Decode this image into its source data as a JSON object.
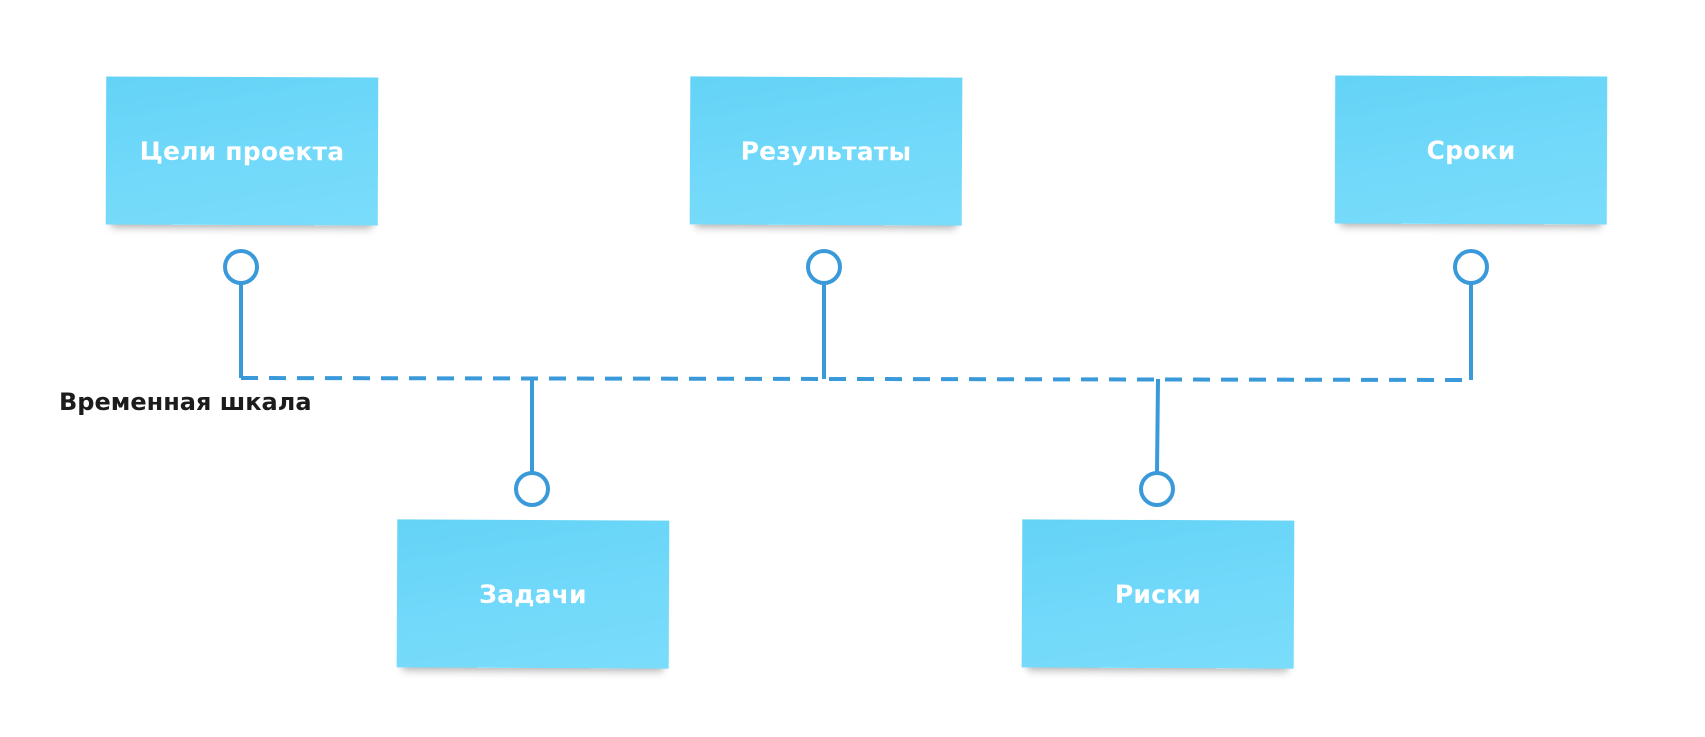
{
  "diagram": {
    "timeline_label": "Временная шкала",
    "notes": {
      "goals": "Цели проекта",
      "results": "Результаты",
      "deadlines": "Сроки",
      "tasks": "Задачи",
      "risks": "Риски"
    },
    "colors": {
      "note": "#6fd8f9",
      "connector": "#3a9ad9",
      "label_text": "#1c1c1c",
      "note_text": "#ffffff"
    }
  }
}
